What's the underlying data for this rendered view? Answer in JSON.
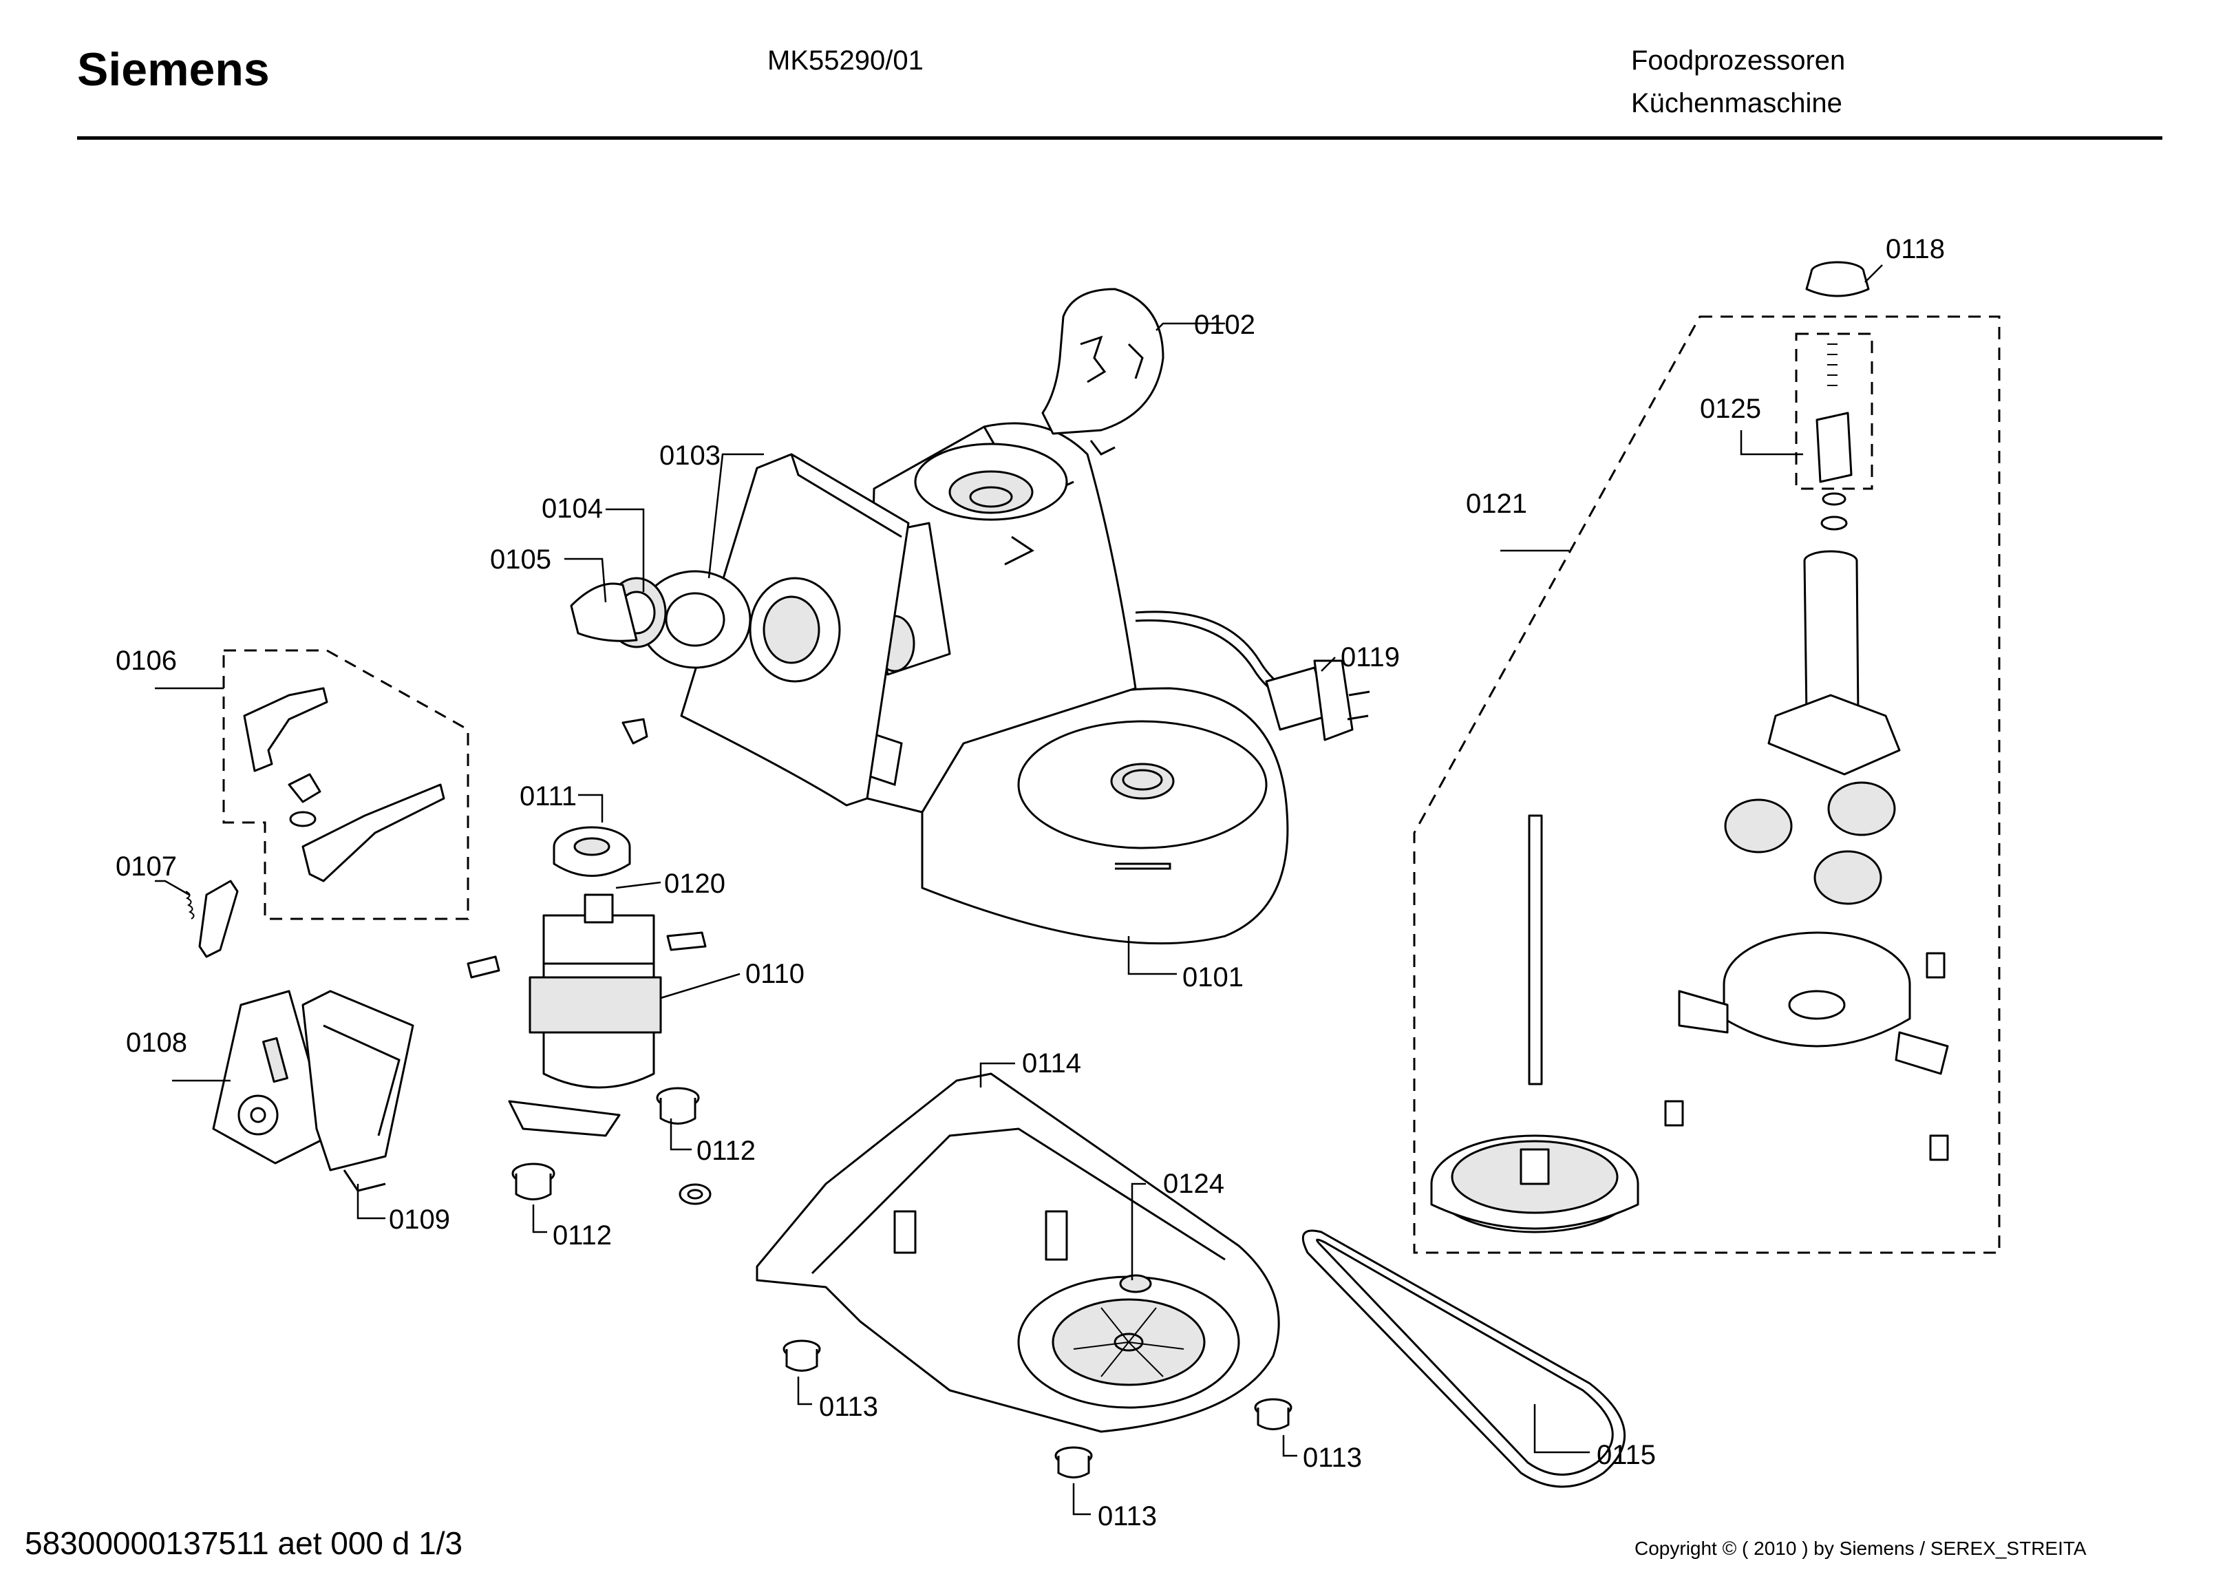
{
  "header": {
    "brand": "Siemens",
    "model": "MK55290/01",
    "category_de_1": "Foodprozessoren",
    "category_de_2": "Küchenmaschine"
  },
  "footer": {
    "doc_id": "58300000137511 aet 000 d 1/3",
    "copyright": "Copyright © ( 2010 ) by Siemens  / SEREX_STREITA"
  },
  "parts": {
    "p0101": "0101",
    "p0102": "0102",
    "p0103": "0103",
    "p0104": "0104",
    "p0105": "0105",
    "p0106": "0106",
    "p0107": "0107",
    "p0108": "0108",
    "p0109": "0109",
    "p0110": "0110",
    "p0111": "0111",
    "p0112": "0112",
    "p0113": "0113",
    "p0114": "0114",
    "p0115": "0115",
    "p0118": "0118",
    "p0119": "0119",
    "p0120": "0120",
    "p0121": "0121",
    "p0124": "0124",
    "p0125": "0125"
  }
}
